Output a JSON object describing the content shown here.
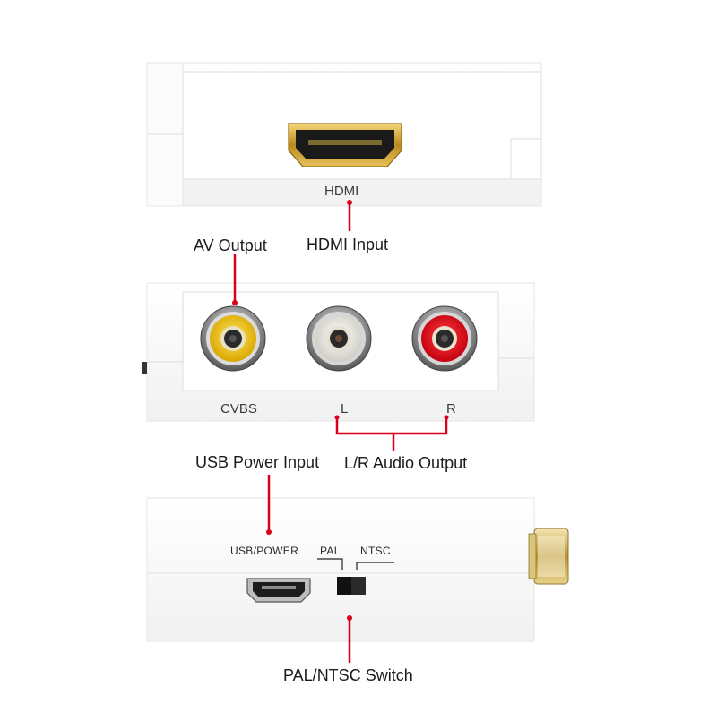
{
  "panels": {
    "top": {
      "port_label": "HDMI"
    },
    "middle": {
      "cvbs_label": "CVBS",
      "left_label": "L",
      "right_label": "R"
    },
    "bottom": {
      "usb_label": "USB/POWER",
      "pal_label": "PAL",
      "ntsc_label": "NTSC"
    }
  },
  "callouts": {
    "hdmi_input": "HDMI Input",
    "av_output": "AV Output",
    "usb_power_input": "USB Power Input",
    "lr_audio_output": "L/R Audio Output",
    "pal_ntsc_switch": "PAL/NTSC Switch"
  },
  "colors": {
    "callout_line": "#d9001b",
    "jack_yellow": "#f2c200",
    "jack_white": "#f0efe8",
    "jack_red": "#e8101a",
    "gold": "#c8a030"
  }
}
